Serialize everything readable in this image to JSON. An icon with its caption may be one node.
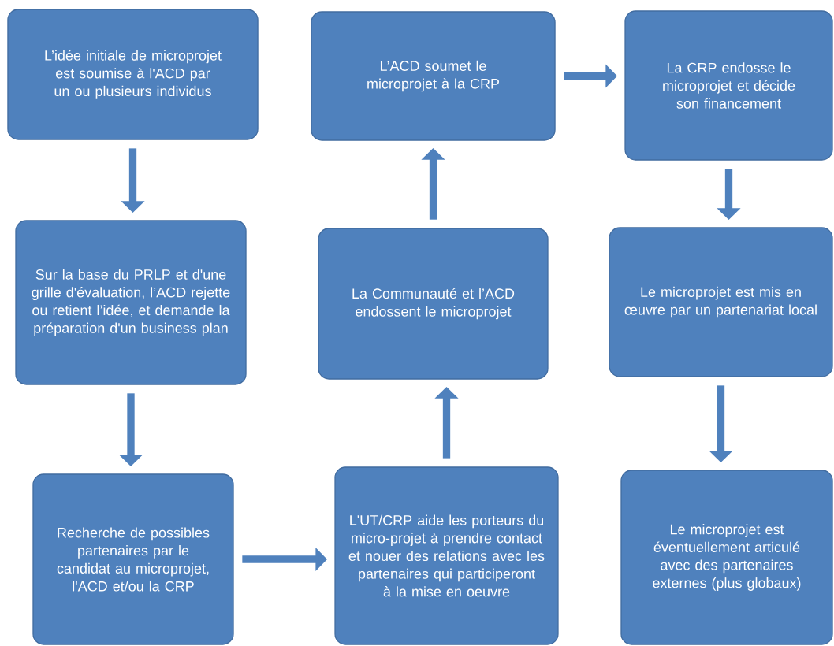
{
  "diagram": {
    "nodes": [
      {
        "text": [
          "L’idée initiale de microprojet est soumise à l'ACD par un ou plusieurs individus"
        ]
      },
      {
        "text": [
          "Sur la base du PRLP et d'une grille d'évaluation, l’ACD rejette ou retient l’idée, et demande la préparation d'un business plan"
        ]
      },
      {
        "text": [
          "Recherche de possibles partenaires par le candidat au microprojet, l'ACD et/ou la CRP"
        ]
      },
      {
        "text": [
          "L'UT/CRP aide les porteurs du micro-projet à prendre contact et nouer des relations avec les partenaires qui participeront à la mise en oeuvre"
        ]
      },
      {
        "text": [
          "La Communauté et l’ACD endossent le microprojet"
        ]
      },
      {
        "text": [
          "L’ACD soumet le microprojet à la CRP"
        ]
      },
      {
        "text": [
          "La CRP endosse le microprojet et décide son financement"
        ]
      },
      {
        "text": [
          "Le microprojet est mis en œuvre par un partenariat local"
        ]
      },
      {
        "text": [
          "Le microprojet est éventuellement articulé avec des partenaires externes (plus globaux)"
        ]
      }
    ],
    "edges": [
      {
        "from": 0,
        "to": 1,
        "arrow": "to"
      },
      {
        "from": 1,
        "to": 2,
        "arrow": "to"
      },
      {
        "from": 2,
        "to": 3,
        "arrow": "to"
      },
      {
        "from": 3,
        "to": 4,
        "arrow": "to"
      },
      {
        "from": 4,
        "to": 5,
        "arrow": "to"
      },
      {
        "from": 5,
        "to": 6,
        "arrow": "to"
      },
      {
        "from": 6,
        "to": 7,
        "arrow": "to"
      },
      {
        "from": 7,
        "to": 8,
        "arrow": "to"
      }
    ]
  }
}
